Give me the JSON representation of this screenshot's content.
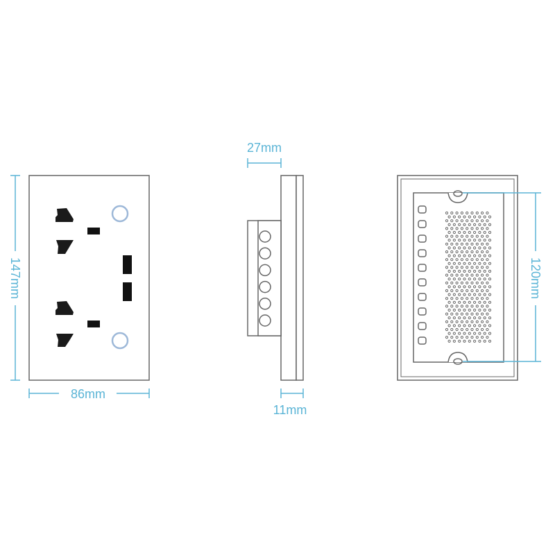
{
  "colors": {
    "dimension": "#5ab4d6",
    "outline": "#555555",
    "slot": "#111111",
    "indicator_ring": "#9db8d8"
  },
  "front_view": {
    "height_label": "147mm",
    "width_label": "86mm"
  },
  "side_view": {
    "depth_label": "27mm",
    "plate_label": "11mm",
    "terminal_count": 6
  },
  "back_view": {
    "hole_spacing_label": "120mm",
    "vent_slot_count": 10
  }
}
